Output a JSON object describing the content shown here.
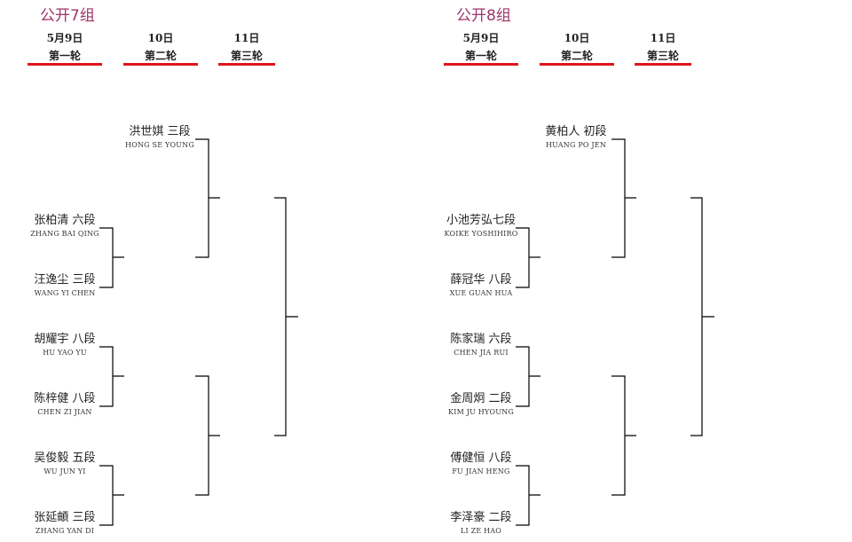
{
  "groups": [
    {
      "title": "公开7组",
      "rounds": [
        {
          "date": "5月9日",
          "label": "第一轮"
        },
        {
          "date": "10日",
          "label": "第二轮"
        },
        {
          "date": "11日",
          "label": "第三轮"
        }
      ],
      "bye": {
        "cn": "洪世娸  三段",
        "en": "HONG SE YOUNG"
      },
      "players": [
        {
          "cn": "张柏清  六段",
          "en": "ZHANG BAI QING"
        },
        {
          "cn": "汪逸尘  三段",
          "en": "WANG YI CHEN"
        },
        {
          "cn": "胡耀宇  八段",
          "en": "HU YAO YU"
        },
        {
          "cn": "陈梓健  八段",
          "en": "CHEN ZI JIAN"
        },
        {
          "cn": "吴俊毅  五段",
          "en": "WU JUN YI"
        },
        {
          "cn": "张延頔  三段",
          "en": "ZHANG YAN DI"
        }
      ]
    },
    {
      "title": "公开8组",
      "rounds": [
        {
          "date": "5月9日",
          "label": "第一轮"
        },
        {
          "date": "10日",
          "label": "第二轮"
        },
        {
          "date": "11日",
          "label": "第三轮"
        }
      ],
      "bye": {
        "cn": "黄柏人  初段",
        "en": "HUANG PO JEN"
      },
      "players": [
        {
          "cn": "小池芳弘七段",
          "en": "KOIKE  YOSHIHIRO"
        },
        {
          "cn": "薛冠华  八段",
          "en": "XUE GUAN HUA"
        },
        {
          "cn": "陈家瑞  六段",
          "en": "CHEN JIA RUI"
        },
        {
          "cn": "金周炯  二段",
          "en": "KIM JU HYOUNG"
        },
        {
          "cn": "傅健恒  八段",
          "en": "FU JIAN HENG"
        },
        {
          "cn": "李泽豪  二段",
          "en": "LI ZE HAO"
        }
      ]
    }
  ]
}
